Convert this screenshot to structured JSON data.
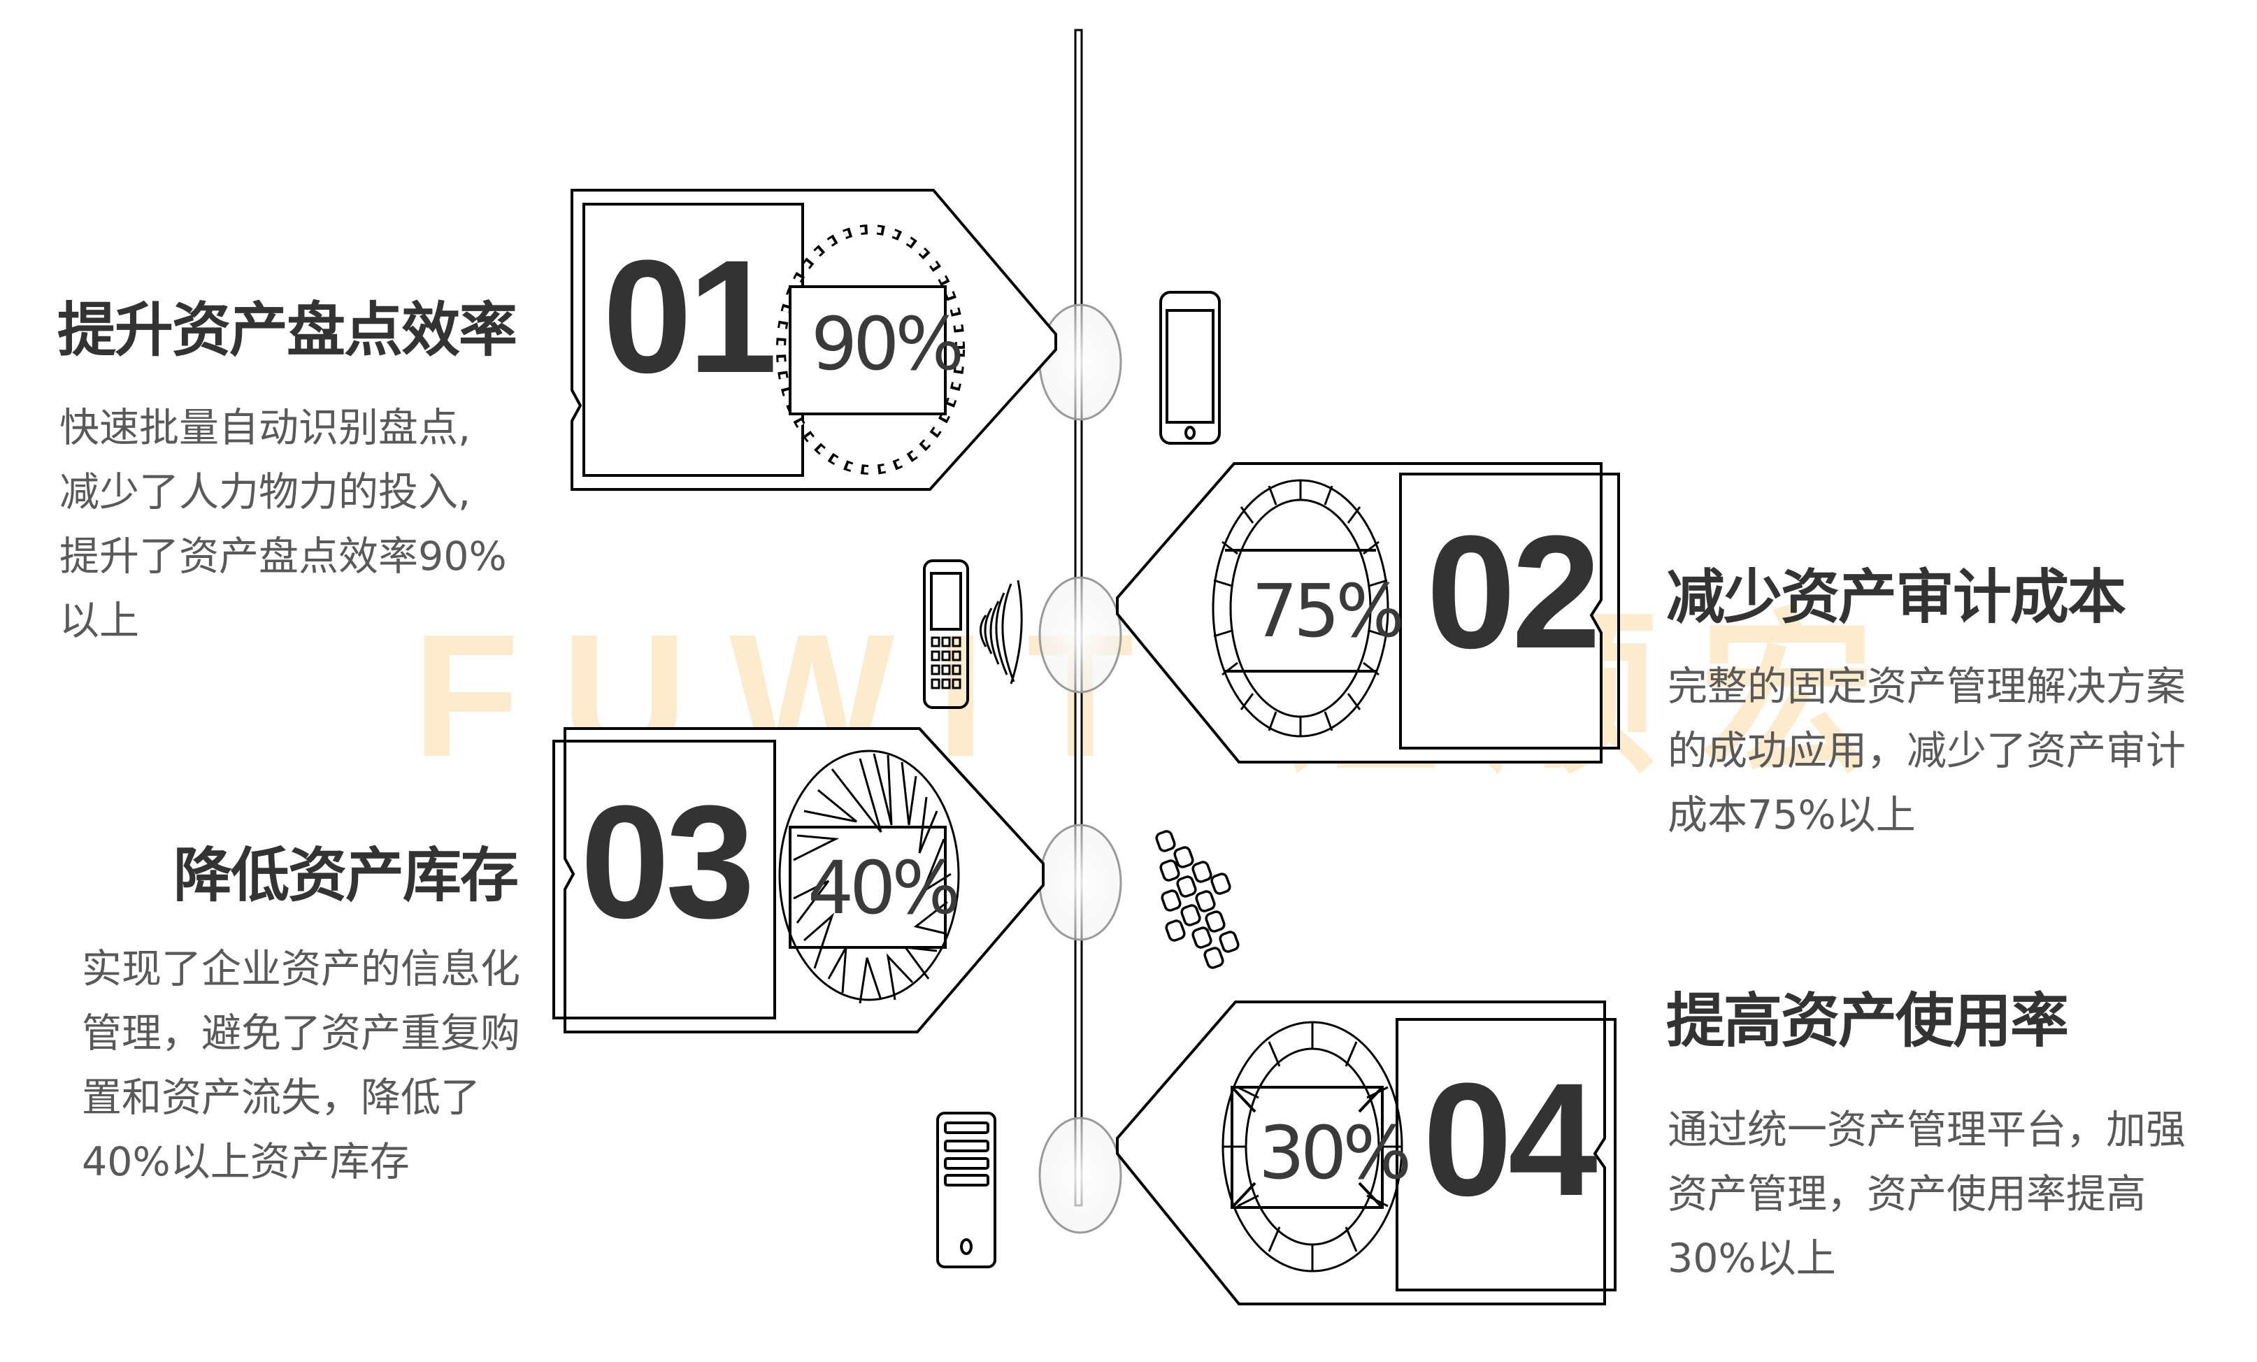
{
  "watermark": {
    "text": "FUWIT 铨顺宏",
    "color": "#fcebcd"
  },
  "colors": {
    "title": "#333333",
    "body": "#595959",
    "stroke": "#000000"
  },
  "items": [
    {
      "number": "01",
      "percent": "90%",
      "title": "提升资产盘点效率",
      "body_lines": [
        "快速批量自动识别盘点,",
        "减少了人力物力的投入,",
        "提升了资产盘点效率90%",
        "以上"
      ],
      "device_icon": "smartphone-icon"
    },
    {
      "number": "02",
      "percent": "75%",
      "title": "减少资产审计成本",
      "body_lines": [
        "完整的固定资产管理解决方案",
        "的成功应用，减少了资产审计",
        "成本75%以上"
      ],
      "device_icon": "handheld-scanner-icon"
    },
    {
      "number": "03",
      "percent": "40%",
      "title": "降低资产库存",
      "body_lines": [
        "实现了企业资产的信息化",
        "管理，避免了资产重复购",
        "置和资产流失，降低了",
        "40%以上资产库存"
      ],
      "device_icon": "rfid-tags-icon"
    },
    {
      "number": "04",
      "percent": "30%",
      "title": "提高资产使用率",
      "body_lines": [
        "通过统一资产管理平台，加强",
        "资产管理，资产使用率提高",
        "30%以上"
      ],
      "device_icon": "server-tower-icon"
    }
  ]
}
